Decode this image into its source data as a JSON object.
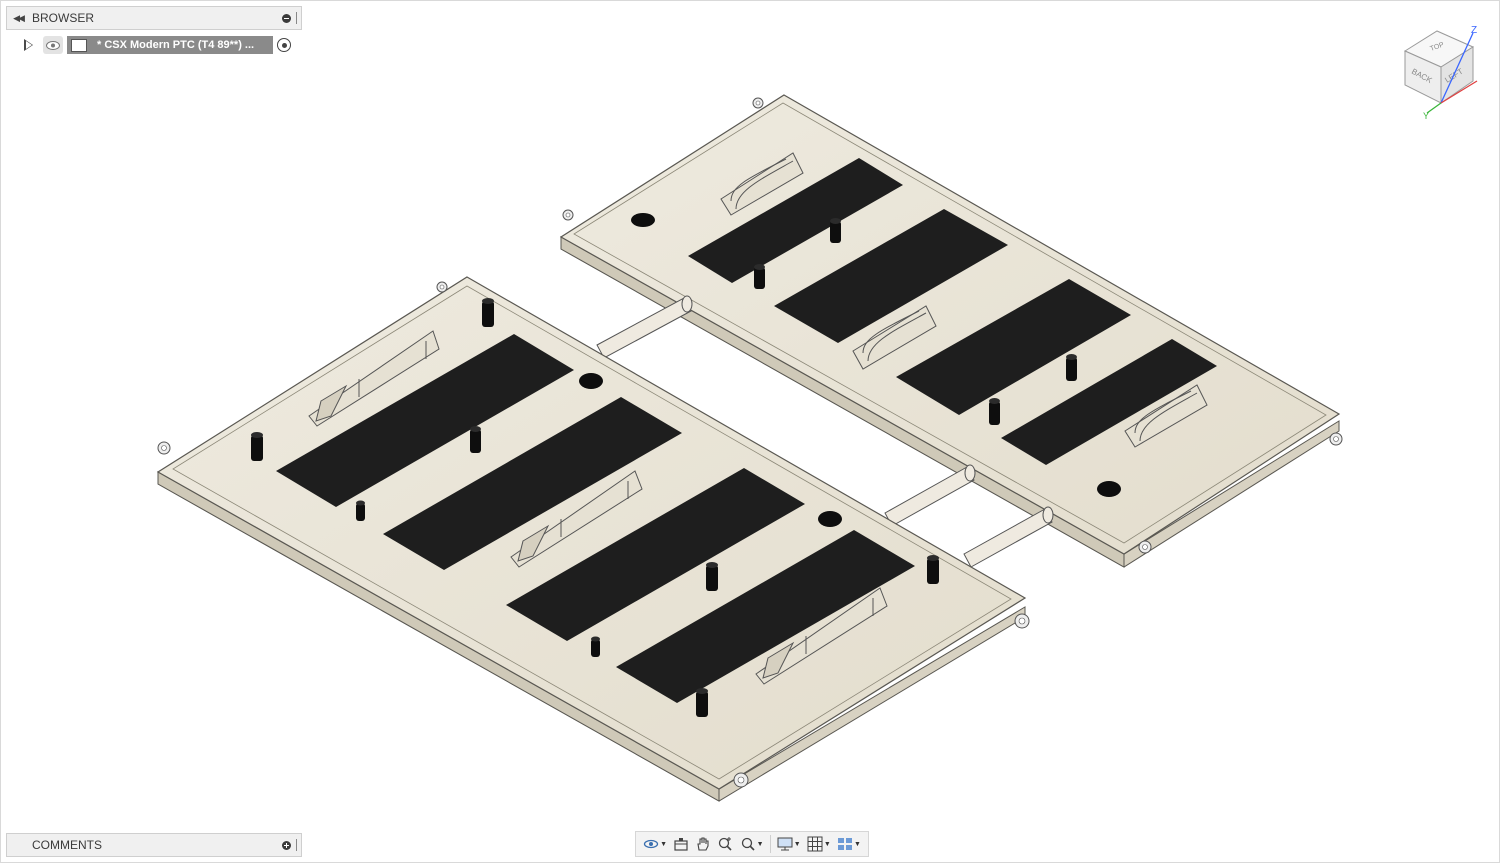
{
  "app": {
    "accent": "#1f78ff"
  },
  "browser": {
    "title": "BROWSER",
    "document_name": "* CSX Modern PTC (T4 89**) ...",
    "row_icons": [
      "expand-arrow-icon",
      "visibility-eye-icon",
      "document-icon",
      "activate-radio-icon"
    ]
  },
  "comments": {
    "title": "COMMENTS"
  },
  "viewcube": {
    "faces": {
      "top": "TOP",
      "back": "BACK",
      "left": "LEFT"
    },
    "axes": {
      "z": "Z",
      "y": "Y"
    },
    "colors": {
      "z": "#3a66ff",
      "y": "#3ab53a",
      "x": "#e04040"
    }
  },
  "toolbar": {
    "tools": [
      "orbit-icon",
      "look-at-icon",
      "pan-hand-icon",
      "zoom-icon",
      "fit-zoom-icon",
      "display-settings-icon",
      "grid-icon",
      "viewports-icon"
    ]
  },
  "model": {
    "colors": {
      "body": "#e9e4d7",
      "edge": "#5a5852",
      "pad": "#1e1e1e",
      "pin": "#0e0e0e",
      "rod": "#efeae0"
    }
  }
}
